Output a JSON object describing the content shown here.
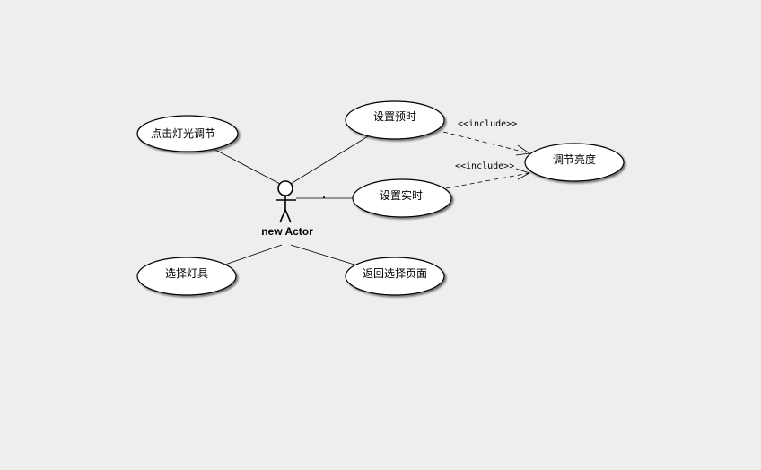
{
  "diagram": {
    "type": "use-case",
    "actor": {
      "name": "new Actor"
    },
    "use_cases": {
      "click_light_adjust": "点击灯光调节",
      "set_preset_time": "设置预时",
      "set_realtime": "设置实时",
      "adjust_brightness": "调节亮度",
      "select_lamp": "选择灯具",
      "return_select_page": "返回选择页面"
    },
    "relations": [
      {
        "from": "new Actor",
        "to": "点击灯光调节",
        "kind": "association"
      },
      {
        "from": "new Actor",
        "to": "设置预时",
        "kind": "association"
      },
      {
        "from": "new Actor",
        "to": "设置实时",
        "kind": "association"
      },
      {
        "from": "new Actor",
        "to": "选择灯具",
        "kind": "association"
      },
      {
        "from": "new Actor",
        "to": "返回选择页面",
        "kind": "association"
      },
      {
        "from": "设置预时",
        "to": "调节亮度",
        "kind": "include"
      },
      {
        "from": "设置实时",
        "to": "调节亮度",
        "kind": "include"
      }
    ],
    "stereotypes": {
      "include_1": "<<include>>",
      "include_2": "<<include>>"
    }
  }
}
